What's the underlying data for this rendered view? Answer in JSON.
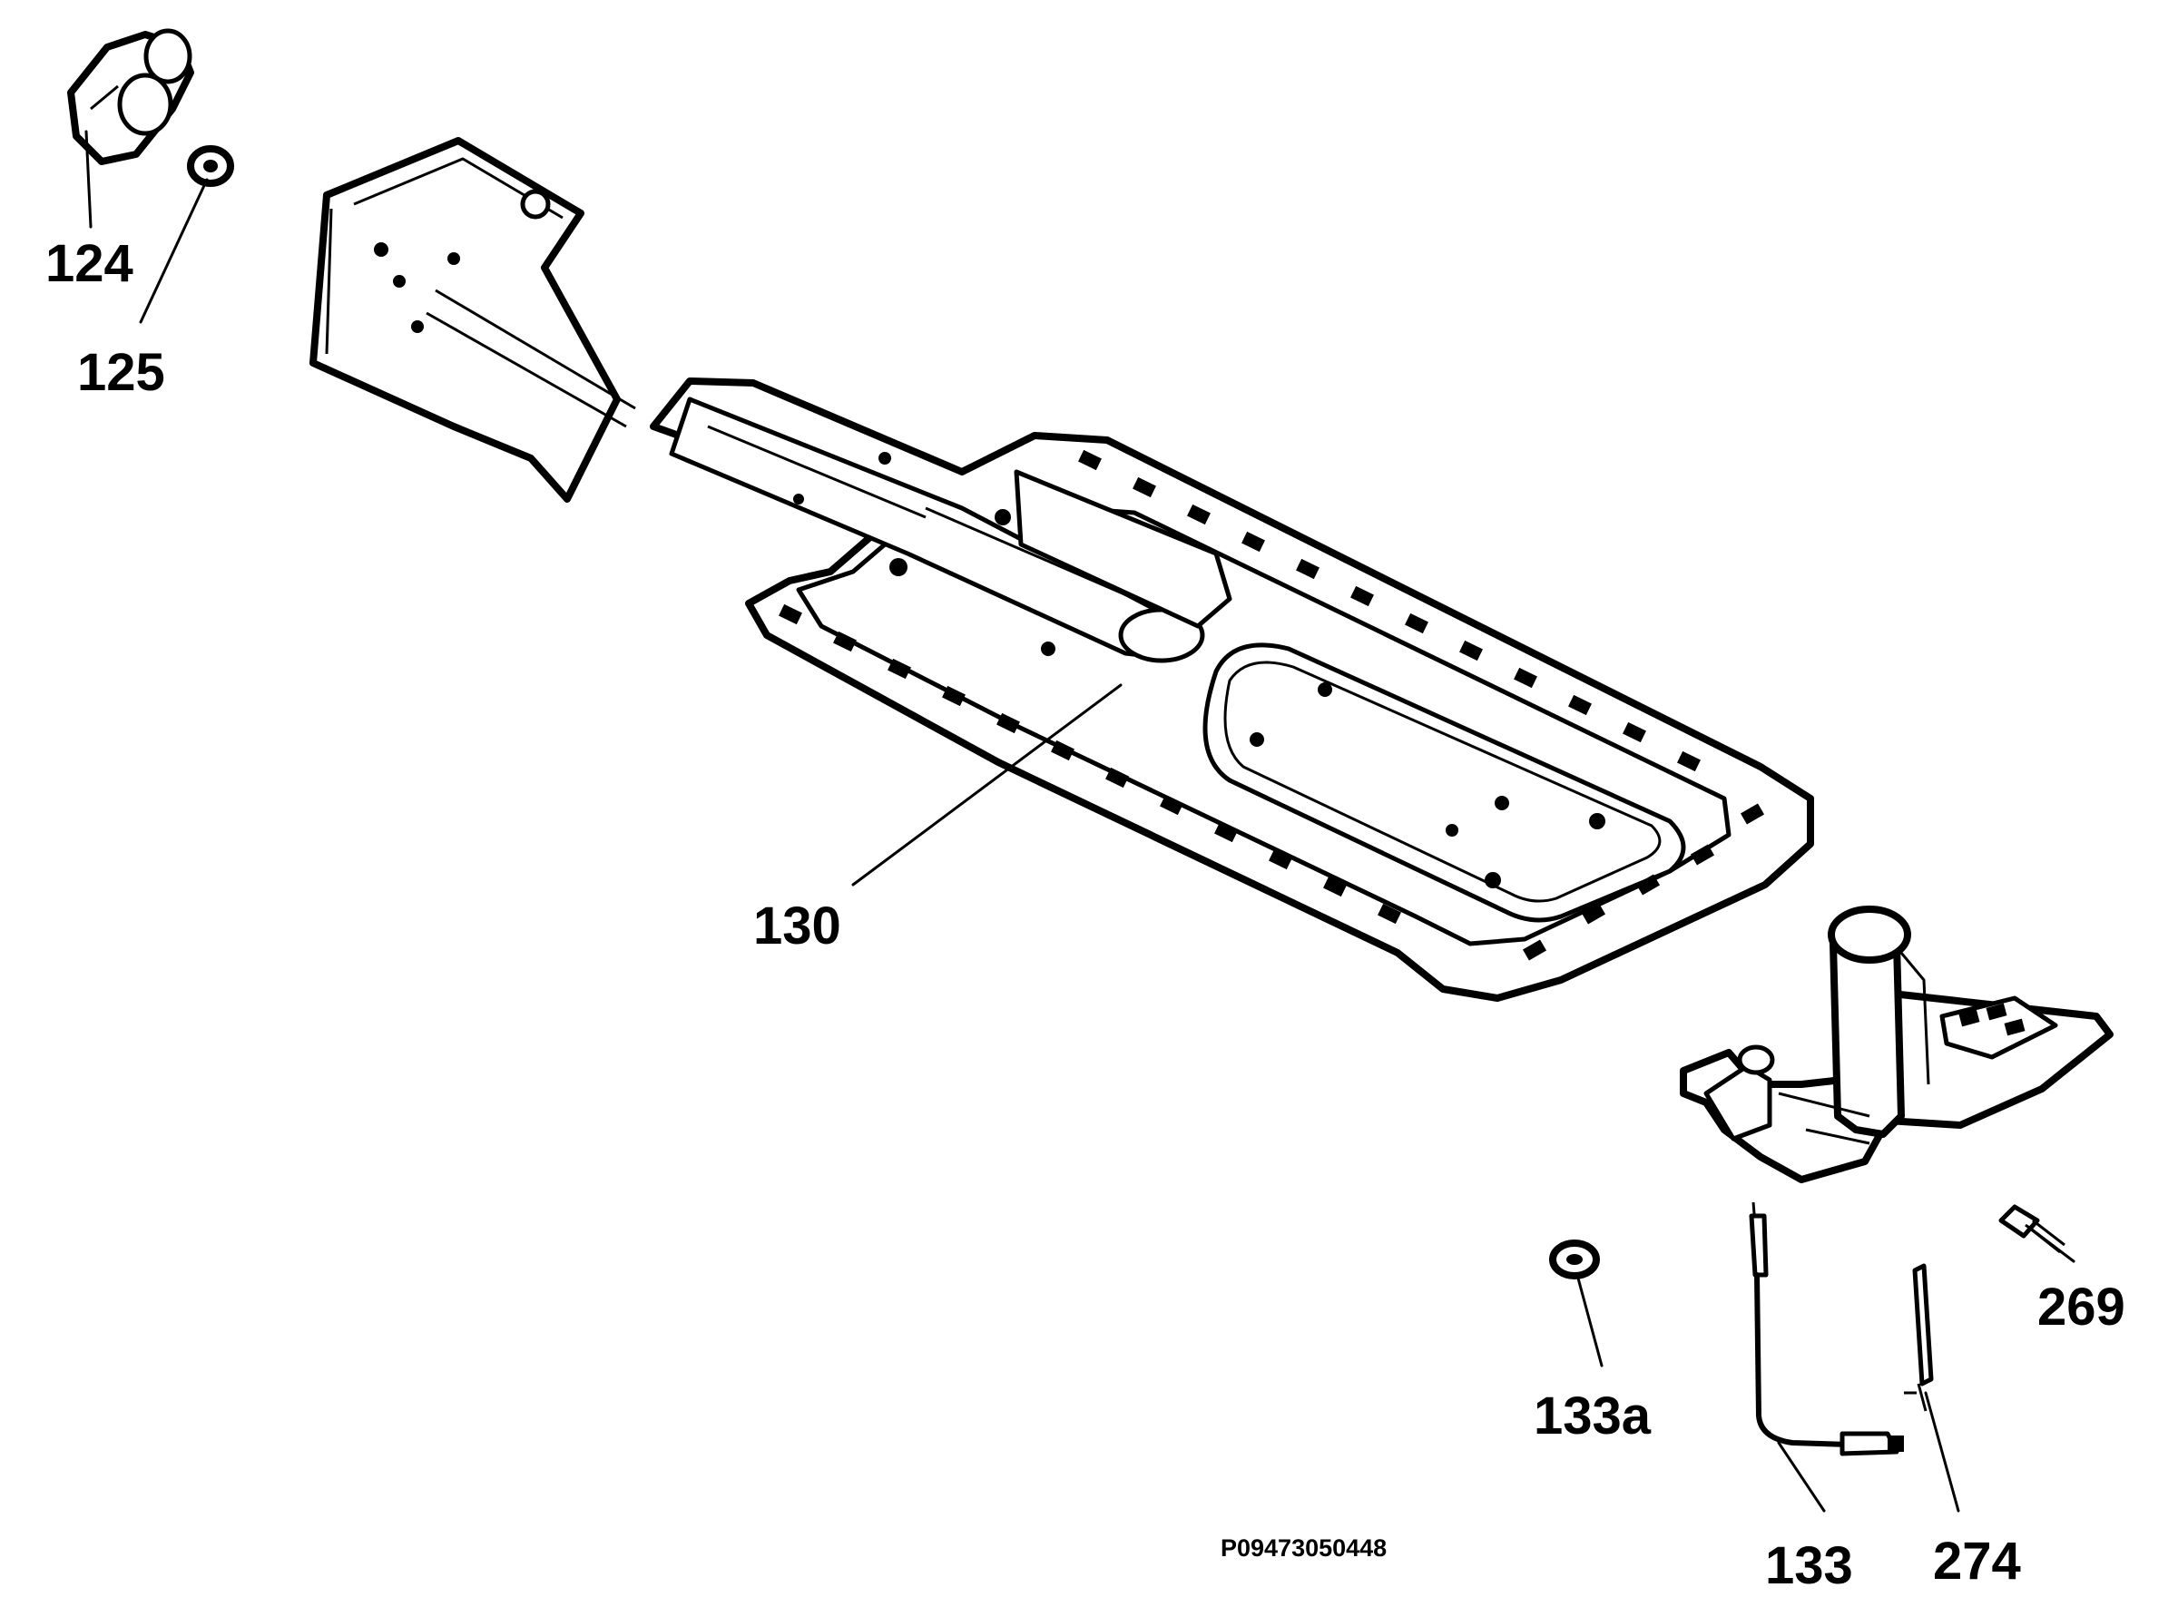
{
  "diagram": {
    "parts": [
      {
        "id": "124",
        "label": "124"
      },
      {
        "id": "125",
        "label": "125"
      },
      {
        "id": "130",
        "label": "130"
      },
      {
        "id": "133a",
        "label": "133a"
      },
      {
        "id": "133",
        "label": "133"
      },
      {
        "id": "274",
        "label": "274"
      },
      {
        "id": "269",
        "label": "269"
      }
    ],
    "reference_code": "P09473050448"
  }
}
